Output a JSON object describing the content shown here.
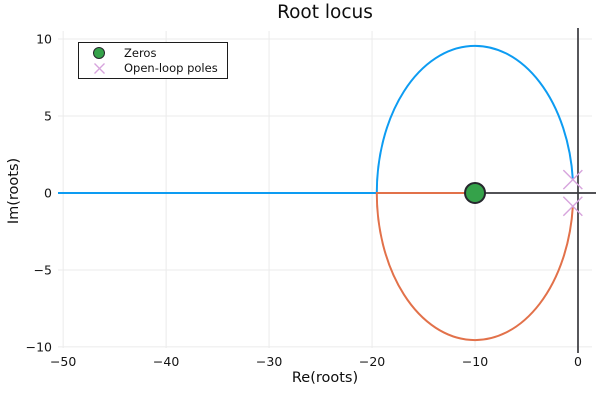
{
  "chart_data": {
    "type": "line",
    "title": "Root locus",
    "xlabel": "Re(roots)",
    "ylabel": "Im(roots)",
    "xlim": [
      -50.5,
      1.36
    ],
    "ylim": [
      -10.07,
      10.52
    ],
    "xticks": [
      -50,
      -40,
      -30,
      -20,
      -10,
      0
    ],
    "xtick_labels": [
      "−50",
      "−40",
      "−30",
      "−20",
      "−10",
      "0"
    ],
    "yticks": [
      10,
      5,
      0,
      -5,
      -10
    ],
    "ytick_labels": [
      "10",
      "5",
      "0",
      "−5",
      "−10"
    ],
    "grid": true,
    "grid_color": "#ebebeb",
    "axis_line_color": "#3a3a3e",
    "legend_position": "top-left",
    "legend": [
      {
        "label": "Zeros",
        "marker": "circle",
        "color": "#35a24a",
        "edge_color": "#26272d"
      },
      {
        "label": "Open-loop poles",
        "marker": "x",
        "color": "#d7a4dd"
      }
    ],
    "zeros": [
      [
        -10,
        0
      ]
    ],
    "poles": [
      [
        -0.5,
        0.866
      ],
      [
        -0.5,
        -0.866
      ]
    ],
    "locus_circle": {
      "center": [
        -10,
        0
      ],
      "radius": 9.539
    },
    "breakin_point": -19.54,
    "branches": [
      {
        "name": "branch-1",
        "color": "#0d9cf2",
        "desc": "real axis from -50.5 to break-in -19.54, then upper semicircle to pole -0.5+0.866i"
      },
      {
        "name": "branch-2",
        "color": "#e2714a",
        "desc": "real axis from zero -10 to break-in -19.54, then lower semicircle to pole -0.5-0.866i"
      }
    ]
  }
}
